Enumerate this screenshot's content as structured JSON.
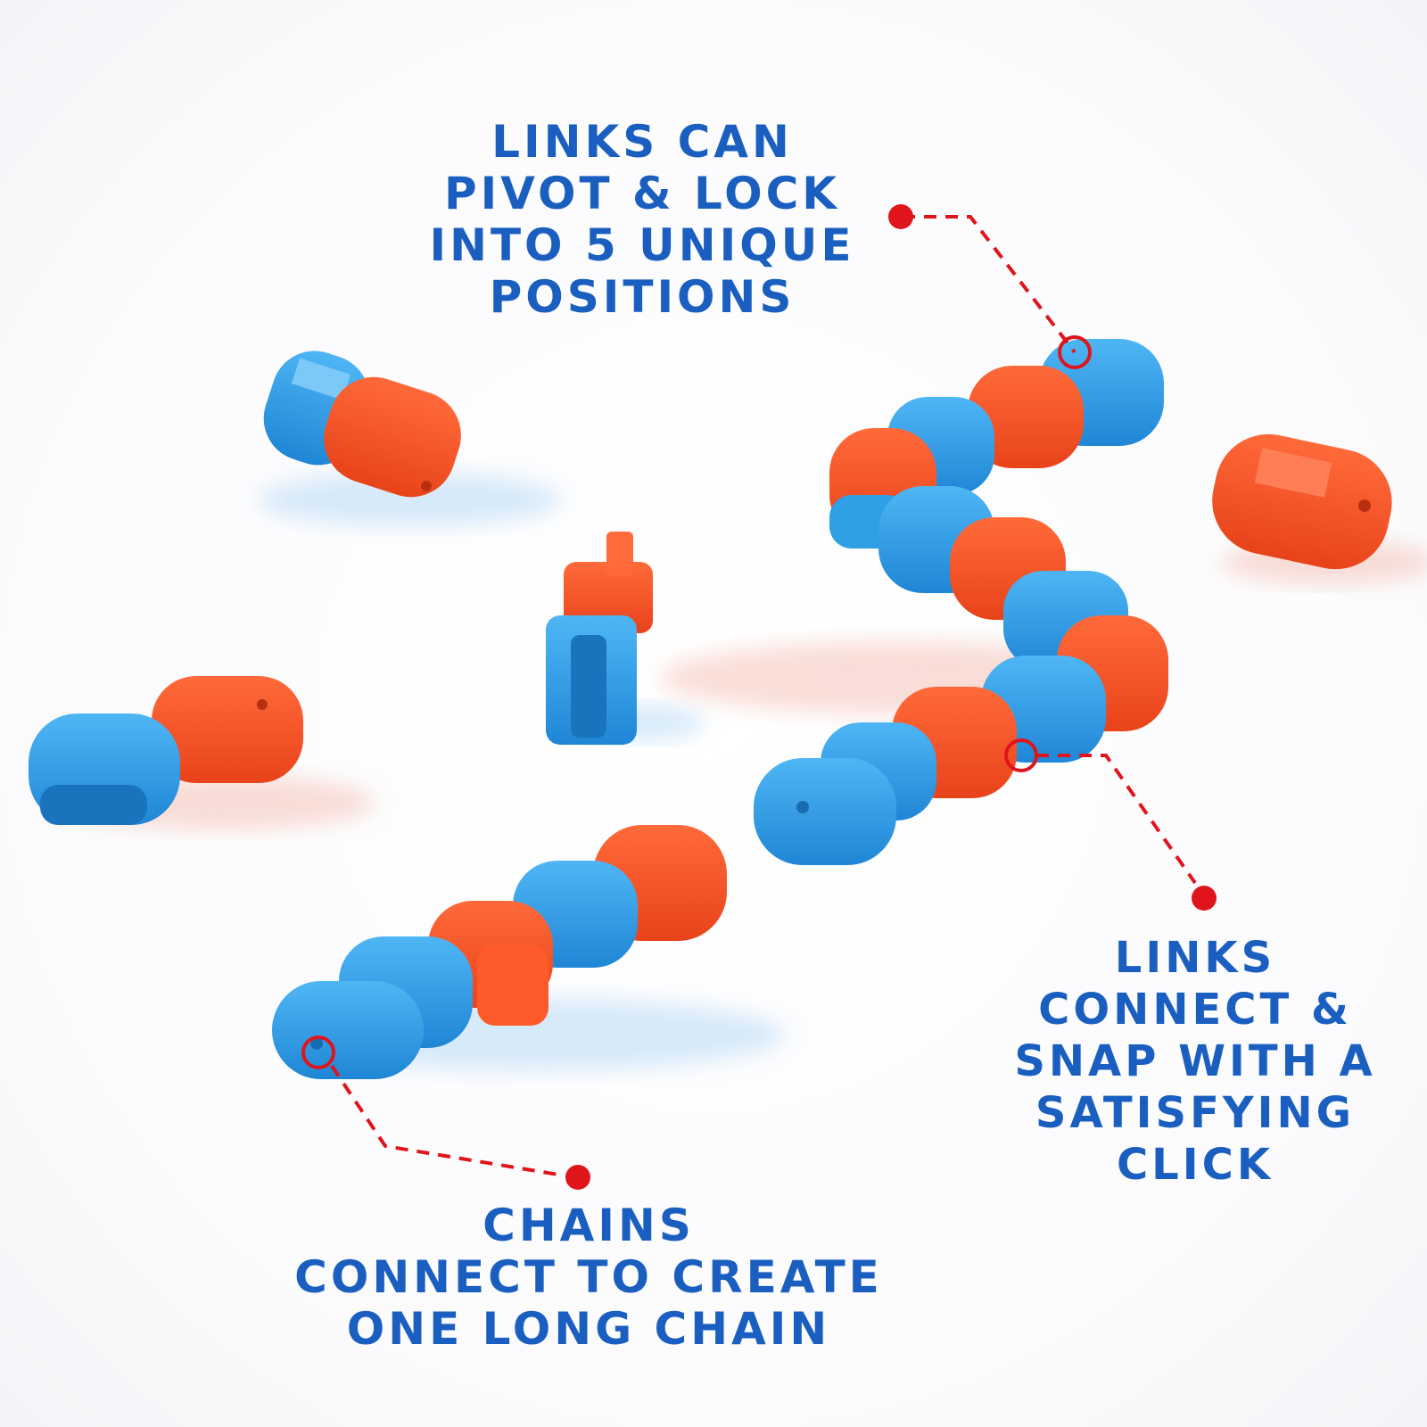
{
  "colors": {
    "background": "#ffffff",
    "text": "#1a5fc0",
    "link_blue": "#2f9fe6",
    "link_orange": "#ff5a2a",
    "marker_red": "#e0141b"
  },
  "callouts": {
    "pivot": {
      "lines": [
        "LINKS CAN",
        "PIVOT & LOCK",
        "INTO 5 UNIQUE",
        "POSITIONS"
      ]
    },
    "snap": {
      "lines": [
        "LINKS",
        "CONNECT &",
        "SNAP WITH A",
        "SATISFYING",
        "CLICK"
      ]
    },
    "chain": {
      "lines": [
        "CHAINS",
        "CONNECT TO CREATE",
        "ONE LONG CHAIN"
      ]
    }
  }
}
